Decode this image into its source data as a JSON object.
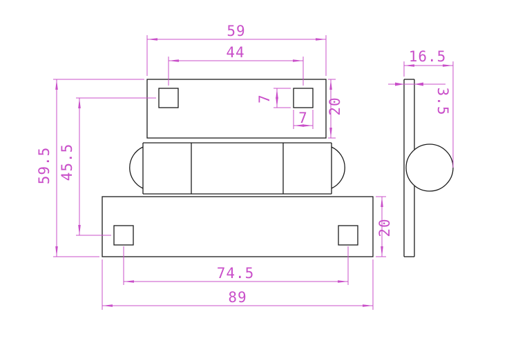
{
  "drawing": {
    "type": "hinge-technical-drawing",
    "colors": {
      "dimension": "#c94fc9",
      "geometry": "#1a1a1a",
      "background": "#ffffff"
    },
    "dims": {
      "top_width": "59",
      "top_hole_spacing": "44",
      "side_width": "16.5",
      "leaf_thickness": "3.5",
      "hole_height": "7",
      "hole_width": "7",
      "top_leaf_height": "20",
      "hole_row_spacing": "45.5",
      "overall_height": "59.5",
      "bottom_hole_spacing": "74.5",
      "bottom_width": "89",
      "bottom_leaf_height": "20"
    }
  }
}
